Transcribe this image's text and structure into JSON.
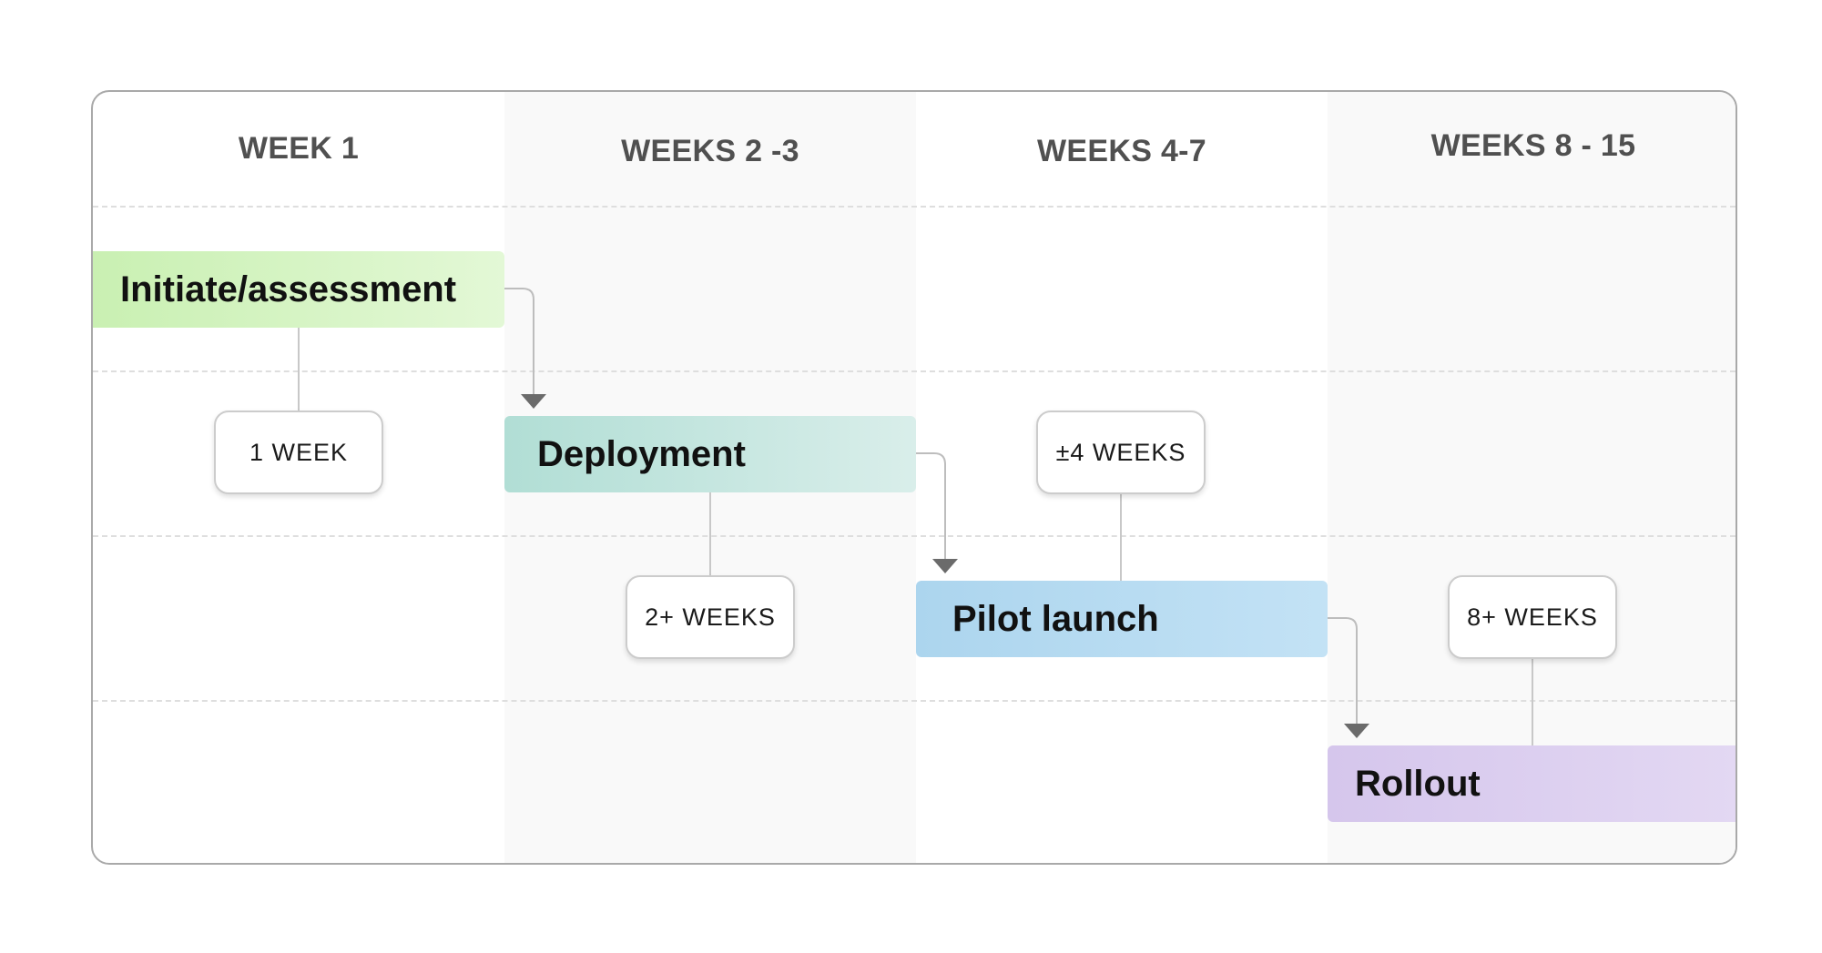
{
  "columns": [
    {
      "label": "WEEK 1"
    },
    {
      "label": "WEEKS 2 -3"
    },
    {
      "label": "WEEKS 4-7"
    },
    {
      "label": "WEEKS 8 - 15"
    }
  ],
  "phases": [
    {
      "label": "Initiate/assessment",
      "color_start": "#c9f0b2",
      "color_end": "#e3f8d6"
    },
    {
      "label": "Deployment",
      "color_start": "#b1ded5",
      "color_end": "#d9eeea"
    },
    {
      "label": "Pilot launch",
      "color_start": "#acd5ee",
      "color_end": "#c3e2f5"
    },
    {
      "label": "Rollout",
      "color_start": "#d5c6ec",
      "color_end": "#e3d8f3"
    }
  ],
  "durations": [
    {
      "label": "1 WEEK"
    },
    {
      "label": "2+ WEEKS"
    },
    {
      "label": "±4 WEEKS"
    },
    {
      "label": "8+ WEEKS"
    }
  ],
  "colors": {
    "border": "#a9a9a9",
    "shade": "#f9f9f9",
    "connector": "#c8c8c8",
    "arrow": "#6b6b6b"
  }
}
